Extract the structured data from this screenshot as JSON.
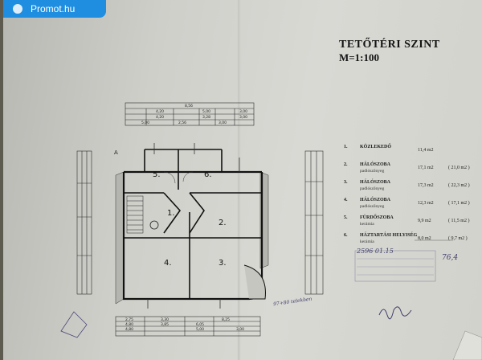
{
  "watermark_badge": {
    "label": "Promot.hu"
  },
  "title": "TETŐTÉRI SZINT",
  "scale": "M=1:100",
  "room_labels": [
    "1.",
    "2.",
    "3.",
    "4.",
    "5.",
    "6."
  ],
  "section_mark": "A",
  "legend": [
    {
      "num": "1.",
      "name": "KÖZLEKEDŐ",
      "material": "padlószőnyeg",
      "area": "11,4 m2",
      "alt": ""
    },
    {
      "num": "2.",
      "name": "HÁLÓSZOBA",
      "material": "padlószőnyeg",
      "area": "17,1 m2",
      "alt": "( 21,0 m2 )"
    },
    {
      "num": "3.",
      "name": "HÁLÓSZOBA",
      "material": "padlószőnyeg",
      "area": "17,3 m2",
      "alt": "( 22,3 m2 )"
    },
    {
      "num": "4.",
      "name": "HÁLÓSZOBA",
      "material": "padlószőnyeg",
      "area": "12,3 m2",
      "alt": "( 17,1 m2 )"
    },
    {
      "num": "5.",
      "name": "FÜRDŐSZOBA",
      "material": "kerámia",
      "area": "9,9 m2",
      "alt": "( 11,5 m2 )"
    },
    {
      "num": "6.",
      "name": "HÁZTARTÁSI HELYISÉG",
      "material": "kerámia",
      "area": "8,0 m2",
      "alt": "( 9,7 m2 )"
    }
  ],
  "dims_top": [
    "8,56",
    "4,20",
    "5,00",
    "3,00",
    "4,20",
    "3,28",
    "5,00",
    "3,00",
    "5,00",
    "2,56",
    "3,00"
  ],
  "dims_bottom": [
    "2,75",
    "3,30",
    "8,25",
    "4,80",
    "3,85",
    "6,05",
    "4,80",
    "5,00",
    "3,00"
  ],
  "hand_notes": {
    "date": "2596 01.15",
    "sum": "76,4",
    "note": "97+80 telekben"
  }
}
